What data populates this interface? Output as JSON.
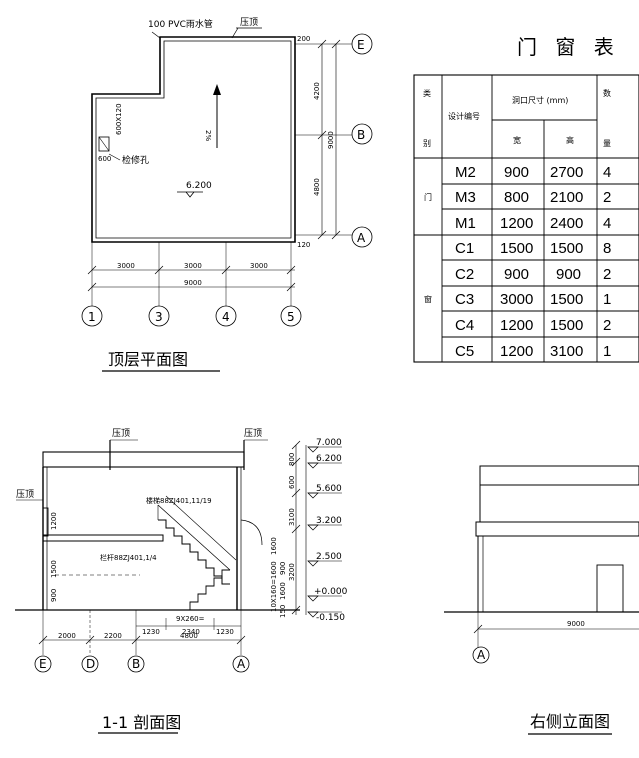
{
  "roof_plan": {
    "note_pvc": "100 PVC雨水管",
    "note_roof": "压顶",
    "opening_small": "600X120",
    "opening_600": "600",
    "access_hole": "检修孔",
    "slope": "2%",
    "elevation": "6.200",
    "dims_bottom": [
      "3000",
      "3000",
      "3000"
    ],
    "dim_total": "9000",
    "dims_right": [
      "4200",
      "4800"
    ],
    "dim_right_total": "9000",
    "small_dims": [
      "200",
      "120"
    ],
    "axes_bottom": [
      "1",
      "3",
      "4",
      "5"
    ],
    "axes_right": [
      "E",
      "B",
      "A"
    ],
    "title": "顶层平面图"
  },
  "door_window_table": {
    "title": "门 窗 表",
    "header": {
      "category_top": "类",
      "category_bottom": "别",
      "design_no": "设计编号",
      "opening_size": "洞口尺寸 (mm)",
      "width": "宽",
      "height": "高",
      "qty_top": "数",
      "qty_bottom": "量"
    },
    "groups": [
      {
        "category": "门",
        "rows": [
          {
            "code": "M2",
            "width": "900",
            "height": "2700",
            "qty": "4"
          },
          {
            "code": "M3",
            "width": "800",
            "height": "2100",
            "qty": "2"
          },
          {
            "code": "M1",
            "width": "1200",
            "height": "2400",
            "qty": "4"
          }
        ]
      },
      {
        "category": "窗",
        "rows": [
          {
            "code": "C1",
            "width": "1500",
            "height": "1500",
            "qty": "8"
          },
          {
            "code": "C2",
            "width": "900",
            "height": "900",
            "qty": "2"
          },
          {
            "code": "C3",
            "width": "3000",
            "height": "1500",
            "qty": "1"
          },
          {
            "code": "C4",
            "width": "1200",
            "height": "1500",
            "qty": "2"
          },
          {
            "code": "C5",
            "width": "1200",
            "height": "3100",
            "qty": "1"
          }
        ]
      }
    ]
  },
  "section_1_1": {
    "roof_labels": [
      "压顶",
      "压顶",
      "压顶"
    ],
    "stair_note_upper": "楼梯88ZJ401,11/19",
    "stair_note_lower": "栏杆88ZJ401,1/4",
    "elevations": [
      "7.000",
      "6.200",
      "5.600",
      "3.200",
      "2.500",
      "+0.000",
      "-0.150"
    ],
    "vertical_dims": [
      "800",
      "600",
      "3100",
      "3200",
      "1600",
      "900",
      "1600",
      "150",
      "1200",
      "900",
      "1500"
    ],
    "step_dim": "10X160=1600",
    "stair_run": "9X260=",
    "stair_dims": [
      "1230",
      "2340",
      "1230"
    ],
    "dims_bottom": [
      "2000",
      "2200",
      "4800"
    ],
    "axes": [
      "E",
      "D",
      "B",
      "A"
    ],
    "title": "1-1 剖面图"
  },
  "right_elevation": {
    "dim": "9000",
    "axis": "A",
    "title": "右侧立面图"
  }
}
